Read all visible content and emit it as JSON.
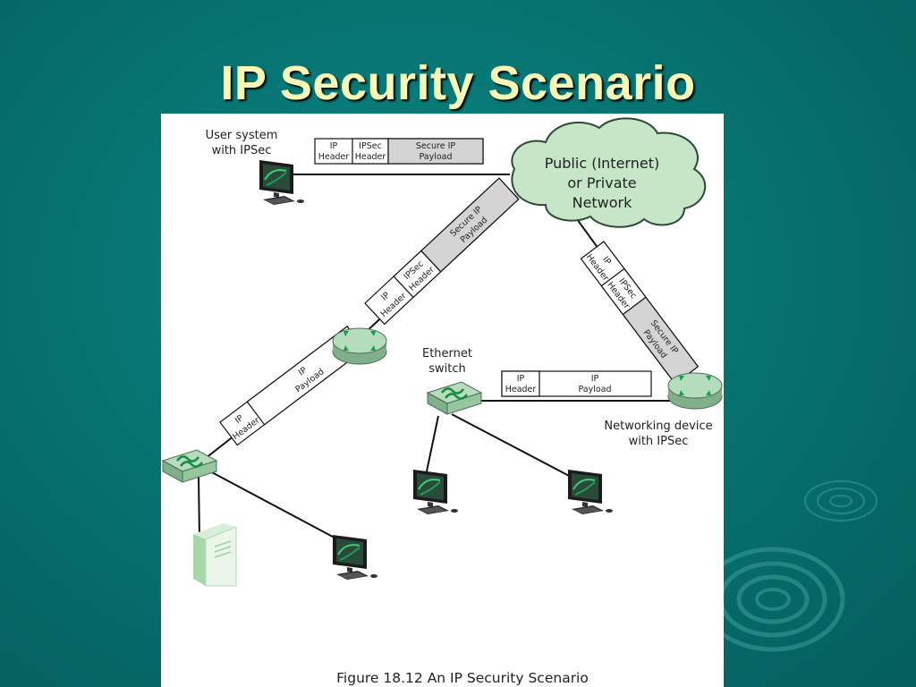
{
  "slide": {
    "title": "IP Security Scenario"
  },
  "diagram": {
    "user_system_label": [
      "User system",
      "with IPSec"
    ],
    "cloud_label": [
      "Public (Internet)",
      "or Private",
      "Network"
    ],
    "ethernet_switch_label": [
      "Ethernet",
      "switch"
    ],
    "networking_device_label": [
      "Networking device",
      "with IPSec"
    ],
    "packet_secure": {
      "ip_header": [
        "IP",
        "Header"
      ],
      "ipsec_header": [
        "IPSec",
        "Header"
      ],
      "secure_payload": [
        "Secure IP",
        "Payload"
      ]
    },
    "packet_plain": {
      "ip_header": [
        "IP",
        "Header"
      ],
      "ip_payload": [
        "IP",
        "Payload"
      ]
    },
    "caption": "Figure 18.12  An IP Security Scenario"
  },
  "colors": {
    "background": "#06706e",
    "title": "#f7f7b6",
    "cloud_fill": "#c6e6c7",
    "router_fill": "#a8d5b0",
    "secure_field_fill": "#d4d4d4"
  }
}
